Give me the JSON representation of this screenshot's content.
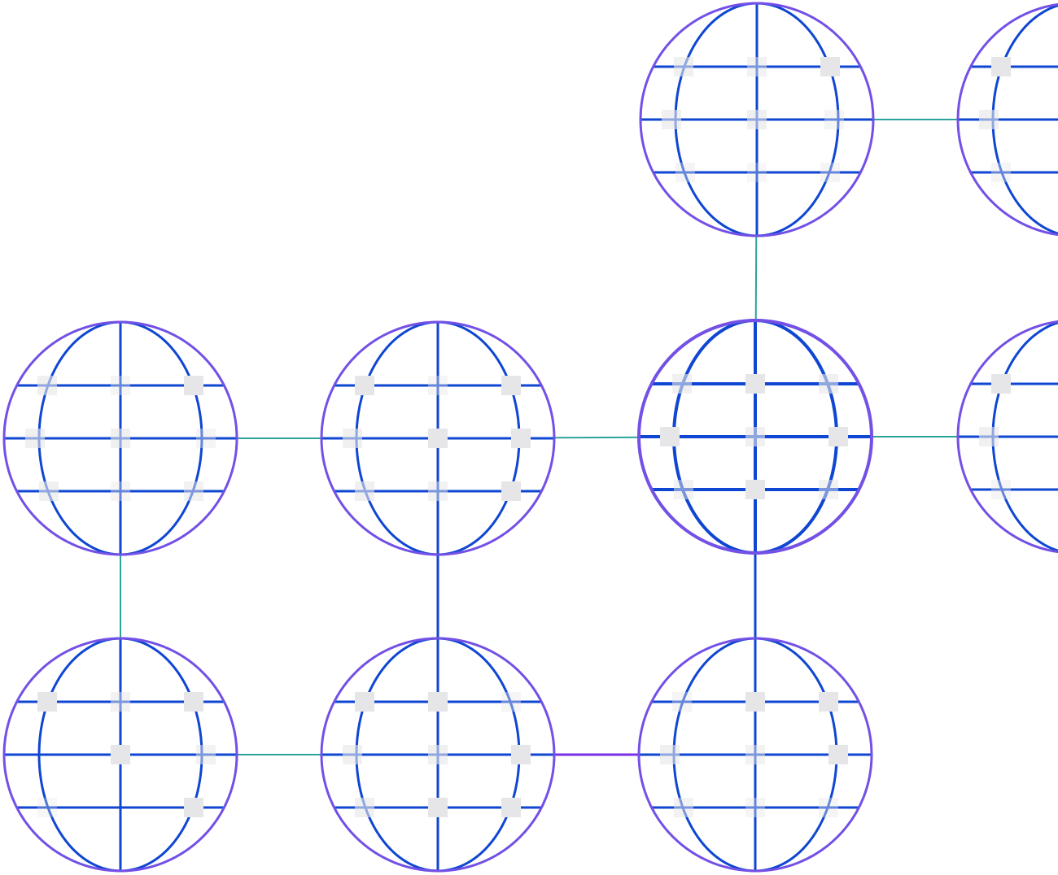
{
  "colors": {
    "background": "#ffffff",
    "globe_outline": "#7350e6",
    "globe_grid": "#0f46d2",
    "connector_teal": "#2aa39b",
    "connector_blue": "#0f46d2",
    "connector_purple": "#7a2ee8",
    "marker": "#e6e6e8"
  },
  "globes": [
    {
      "id": "globe-r0-c2",
      "icon": "globe-icon",
      "highlighted": false
    },
    {
      "id": "globe-r0-c3",
      "icon": "globe-icon",
      "highlighted": false
    },
    {
      "id": "globe-r1-c0",
      "icon": "globe-icon",
      "highlighted": false
    },
    {
      "id": "globe-r1-c1",
      "icon": "globe-icon",
      "highlighted": false
    },
    {
      "id": "globe-r1-c2",
      "icon": "globe-icon",
      "highlighted": true
    },
    {
      "id": "globe-r1-c3",
      "icon": "globe-icon",
      "highlighted": false
    },
    {
      "id": "globe-r2-c0",
      "icon": "globe-icon",
      "highlighted": false
    },
    {
      "id": "globe-r2-c1",
      "icon": "globe-icon",
      "highlighted": false
    },
    {
      "id": "globe-r2-c2",
      "icon": "globe-icon",
      "highlighted": false
    }
  ],
  "links": [
    {
      "from": "globe-r0-c2",
      "to": "globe-r0-c3",
      "color": "connector_teal"
    },
    {
      "from": "globe-r0-c2",
      "to": "globe-r1-c2",
      "color": "connector_teal"
    },
    {
      "from": "globe-r1-c0",
      "to": "globe-r1-c1",
      "color": "connector_teal"
    },
    {
      "from": "globe-r1-c1",
      "to": "globe-r1-c2",
      "color": "connector_teal"
    },
    {
      "from": "globe-r1-c2",
      "to": "globe-r1-c3",
      "color": "connector_teal"
    },
    {
      "from": "globe-r1-c0",
      "to": "globe-r2-c0",
      "color": "connector_teal"
    },
    {
      "from": "globe-r1-c1",
      "to": "globe-r2-c1",
      "color": "connector_blue"
    },
    {
      "from": "globe-r1-c2",
      "to": "globe-r2-c2",
      "color": "connector_blue"
    },
    {
      "from": "globe-r2-c0",
      "to": "globe-r2-c1",
      "color": "connector_teal"
    },
    {
      "from": "globe-r2-c1",
      "to": "globe-r2-c2",
      "color": "connector_purple"
    }
  ]
}
